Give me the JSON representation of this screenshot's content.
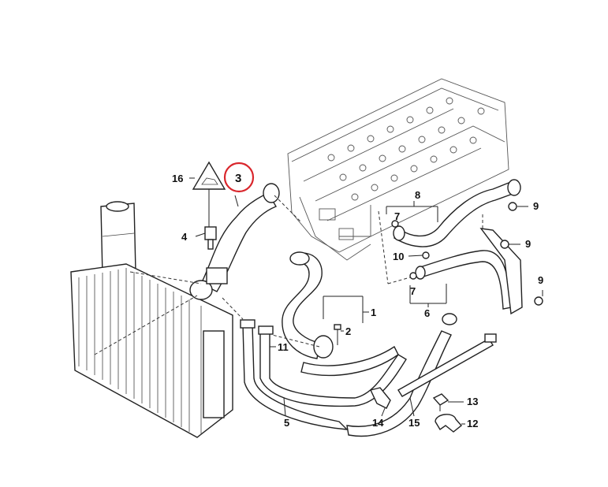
{
  "callouts": [
    {
      "id": "c1",
      "text": "1"
    },
    {
      "id": "c2",
      "text": "2"
    },
    {
      "id": "c3",
      "text": "3"
    },
    {
      "id": "c4",
      "text": "4"
    },
    {
      "id": "c5",
      "text": "5"
    },
    {
      "id": "c6",
      "text": "6"
    },
    {
      "id": "c7a",
      "text": "7"
    },
    {
      "id": "c7b",
      "text": "7"
    },
    {
      "id": "c8",
      "text": "8"
    },
    {
      "id": "c9a",
      "text": "9"
    },
    {
      "id": "c9b",
      "text": "9"
    },
    {
      "id": "c9c",
      "text": "9"
    },
    {
      "id": "c10",
      "text": "10"
    },
    {
      "id": "c11",
      "text": "11"
    },
    {
      "id": "c12",
      "text": "12"
    },
    {
      "id": "c13",
      "text": "13"
    },
    {
      "id": "c14",
      "text": "14"
    },
    {
      "id": "c15",
      "text": "15"
    },
    {
      "id": "c16",
      "text": "16"
    }
  ],
  "highlight": {
    "callout": "3",
    "color": "#d9262c"
  },
  "colors": {
    "line": "#222222",
    "background": "#ffffff"
  }
}
